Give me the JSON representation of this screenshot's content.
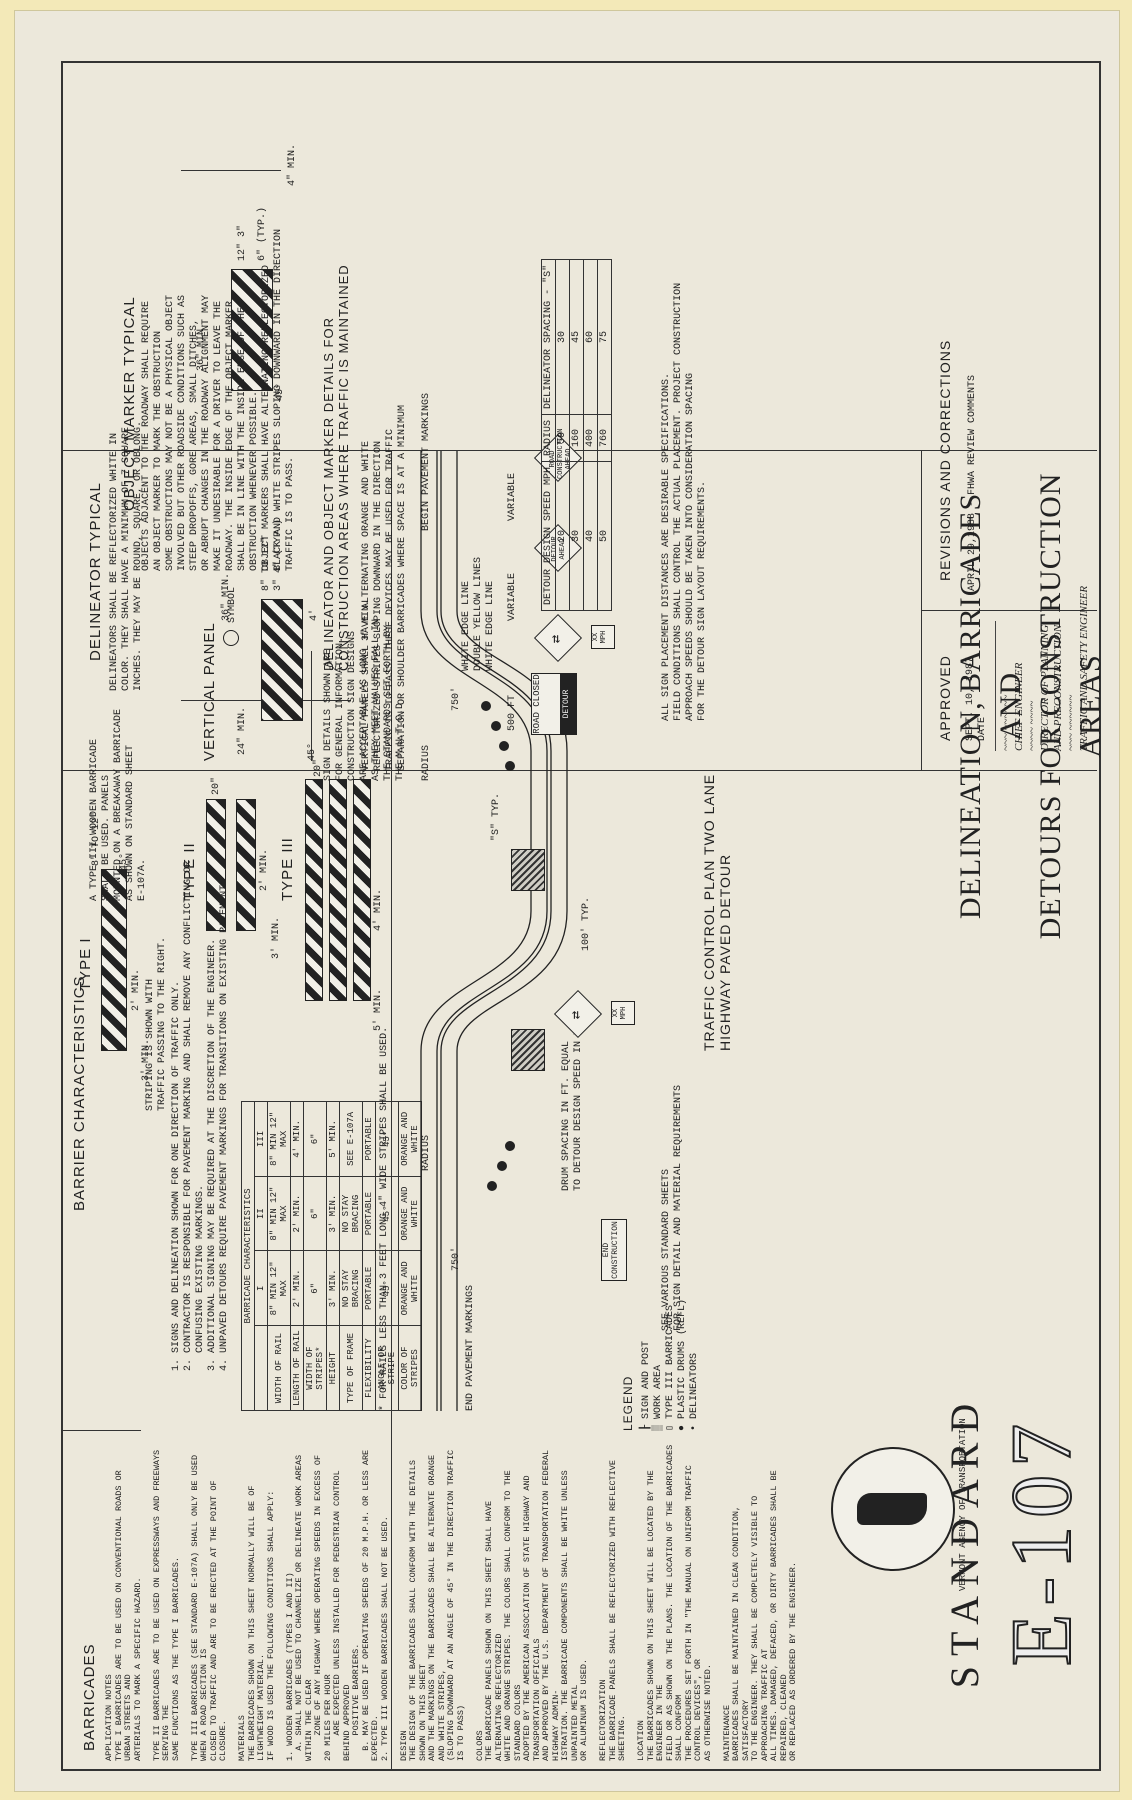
{
  "sheet": {
    "title_lines": [
      "DELINEATION, BARRICADES AND",
      "DETOURS FOR CONSTRUCTION",
      "AREAS"
    ],
    "standard_word": "STANDARD",
    "standard_number": "E-107",
    "agency_seal": "VERMONT AGENCY OF TRANSPORTATION"
  },
  "revisions": {
    "heading": "REVISIONS AND CORRECTIONS",
    "entry": "APRIL 29,1988 - FHWA REVIEW COMMENTS"
  },
  "approval": {
    "heading": "APPROVED",
    "date_value": "SEPT. 10, 1987",
    "date_label": "DATE",
    "roles": [
      "CHIEF ENGINEER",
      "DIRECTOR OF PLANNING",
      "AND PRECONSTRUCTION",
      "TRAFFIC AND SAFETY ENGINEER"
    ]
  },
  "object_marker": {
    "title": "OBJECT MARKER TYPICAL",
    "dims": [
      "36\"",
      "MIN.",
      "12\"",
      "3\"",
      "6\" (TYP.)",
      "4\" MIN.",
      "45°"
    ],
    "notes": [
      "OBJECTS ADJACENT TO THE ROADWAY SHALL REQUIRE",
      "AN OBJECT MARKER TO MARK THE OBSTRUCTION",
      "SOME OBSTRUCTIONS MAY NOT BE A PHYSICAL OBJECT",
      "INVOLVED BUT OTHER ROADSIDE CONDITIONS SUCH AS",
      "STEEP DROPOFFS, GORE AREAS, SMALL DITCHES,",
      "OR ABRUPT CHANGES IN THE ROADWAY ALIGNMENT MAY",
      "MAKE IT UNDESIRABLE FOR A DRIVER TO LEAVE THE",
      "ROADWAY. THE INSIDE EDGE OF THE OBJECT MARKER",
      "SHALL BE IN LINE WITH THE INSIDE EDGE OF THE",
      "OBSTRUCTION WHENEVER POSSIBLE.",
      "OBJECT MARKERS SHALL HAVE ALTERNATING REFLECTORIZED",
      "BLACK AND WHITE STRIPES SLOPING DOWNWARD IN THE DIRECTION",
      "TRAFFIC IS TO PASS."
    ]
  },
  "delineator": {
    "title": "DELINEATOR TYPICAL",
    "notes": [
      "DELINEATORS SHALL BE REFLECTORIZED WHITE IN",
      "COLOR. THEY SHALL HAVE A MINIMUM OF 7 SQUARE",
      "INCHES. THEY MAY BE ROUND, SQUARE, OR OBLONG."
    ],
    "dims": [
      "3\" MIN.",
      "4'",
      "2'"
    ],
    "symbol_label": "SYMBOL"
  },
  "vertical_panel": {
    "title": "VERTICAL PANEL",
    "dims": [
      "36\"",
      "MIN.",
      "24\"",
      "MIN.",
      "8\" TO 12\"",
      "3\"",
      "4\" (TYP.)",
      "45°"
    ],
    "note": [
      "SIGN DETAILS SHOWN ARE",
      "FOR GENERAL INFORMATION.",
      "CONSTRUCTION SIGN DESIGNS",
      "ARE ACCEPTABLE AS LONG",
      "AS THEY MEET VALUES FALL IN",
      "THE STANDARDS SET FORTH BY",
      "THE M.U.T.C.D."
    ]
  },
  "details_heading": {
    "lines": [
      "DELINEATOR AND OBJECT MARKER DETAILS FOR",
      "CONSTRUCTION AREAS WHERE TRAFFIC IS MAINTAINED"
    ],
    "note": [
      "VERTICAL PANELS SHALL HAVE ALTERNATING ORANGE AND WHITE",
      "REFLECTORIZED STRIPES SLOPING DOWNWARD IN THE DIRECTION",
      "TRAFFIC IS TO PASS. THESE DEVICES MAY BE USED FOR TRAFFIC",
      "SEPARATION OR SHOULDER BARRICADES WHERE SPACE IS AT A MINIMUM"
    ]
  },
  "barricades": {
    "heading": "BARRIER CHARACTERISTICS",
    "type1": {
      "label": "TYPE I",
      "dims": [
        "8\" TO 12\"",
        "2' MIN.",
        "3' MIN.",
        "45°"
      ]
    },
    "type2": {
      "label": "TYPE II",
      "dims": [
        "20\"",
        "2' MIN.",
        "3' MIN."
      ]
    },
    "type3": {
      "label": "TYPE III",
      "dims": [
        "20\"",
        "4' MIN.",
        "5' MIN."
      ]
    },
    "striping_note": [
      "STRIPING IS SHOWN WITH",
      "TRAFFIC PASSING TO THE RIGHT."
    ],
    "type3_note": [
      "A TYPE III WOODEN BARRICADE",
      "SHALL BE USED. PANELS",
      "MOUNTED ON A BREAKAWAY BARRICADE",
      "AS SHOWN ON STANDARD SHEET",
      "E-107A."
    ],
    "general_notes": [
      "1. SIGNS AND DELINEATION SHOWN FOR ONE DIRECTION OF TRAFFIC ONLY.",
      "2. CONTRACTOR IS RESPONSIBLE FOR PAVEMENT MARKING AND SHALL REMOVE ANY CONFLICTING OR",
      "   CONFUSING EXISTING MARKINGS.",
      "3. ADDITIONAL SIGNING MAY BE REQUIRED AT THE DISCRETION OF THE ENGINEER.",
      "4. UNPAVED DETOURS REQUIRE PAVEMENT MARKINGS FOR TRANSITIONS ON EXISTING PAVEMENT."
    ]
  },
  "barricade_table": {
    "title": "BARRICADE CHARACTERISTICS",
    "columns": [
      "",
      "I",
      "II",
      "III"
    ],
    "rows": [
      [
        "WIDTH OF RAIL",
        "8\" MIN 12\" MAX",
        "8\" MIN 12\" MAX",
        "8\" MIN 12\" MAX"
      ],
      [
        "LENGTH OF RAIL",
        "2' MIN.",
        "2' MIN.",
        "4' MIN."
      ],
      [
        "WIDTH OF STRIPES*",
        "6\"",
        "6\"",
        "6\""
      ],
      [
        "HEIGHT",
        "3' MIN.",
        "3' MIN.",
        "5' MIN."
      ],
      [
        "TYPE OF FRAME",
        "NO STAY BRACING",
        "NO STAY BRACING",
        "SEE E-107A"
      ],
      [
        "FLEXIBILITY",
        "PORTABLE",
        "PORTABLE",
        "PORTABLE"
      ],
      [
        "ANGLE OF STRIPE",
        "45°",
        "45°",
        "45°"
      ],
      [
        "COLOR OF STRIPES",
        "ORANGE AND WHITE",
        "ORANGE AND WHITE",
        "ORANGE AND WHITE"
      ]
    ],
    "footnote": [
      "* FOR RAILS LESS THAN 3 FEET LONG",
      "4\" WIDE STRIPES SHALL BE USED."
    ]
  },
  "barricade_notes": {
    "heading": "BARRICADES",
    "paragraphs": [
      "APPLICATION NOTES",
      "TYPE I BARRICADES ARE TO BE USED ON CONVENTIONAL ROADS OR URBAN STREETS AND",
      "ARTERIALS TO MARK A SPECIFIC HAZARD.",
      "",
      "TYPE II BARRICADES ARE TO BE USED ON EXPRESSWAYS AND FREEWAYS SERVING THE",
      "SAME FUNCTIONS AS THE TYPE I BARRICADES.",
      "",
      "TYPE III BARRICADES (SEE STANDARD E-107A) SHALL ONLY BE USED WHEN A ROAD SECTION IS",
      "CLOSED TO TRAFFIC AND ARE TO BE ERECTED AT THE POINT OF CLOSURE.",
      "",
      "MATERIALS",
      "THE BARRICADES SHOWN ON THIS SHEET NORMALLY WILL BE OF LIGHTWEIGHT MATERIAL.",
      "IF WOOD IS USED THE FOLLOWING CONDITIONS SHALL APPLY:",
      "",
      "1. WOODEN BARRICADES (TYPES I AND II)",
      "  A. SHALL NOT BE USED TO CHANNELIZE OR DELINEATE WORK AREAS WITHIN THE CLEAR",
      "     ZONE OF ANY HIGHWAY WHERE OPERATING SPEEDS IN EXCESS OF 20 MILES PER HOUR",
      "     ARE EXPECTED UNLESS INSTALLED FOR PEDESTRIAN CONTROL BEHIND APPROVED",
      "     POSITIVE BARRIERS.",
      "  B. MAY BE USED IF OPERATING SPEEDS OF 20 M.P.H. OR LESS ARE EXPECTED.",
      "2. TYPE III WOODEN BARRICADES SHALL NOT BE USED.",
      "",
      "DESIGN",
      "THE DESIGN OF THE BARRICADES SHALL CONFORM WITH THE DETAILS SHOWN ON THIS SHEET",
      "AND THE MARKINGS ON THE BARRICADES SHALL BE ALTERNATE ORANGE AND WHITE STRIPES,",
      "(SLOPING DOWNWARD AT AN ANGLE OF 45° IN THE DIRECTION TRAFFIC IS TO PASS)",
      "",
      "COLORS",
      "THE BARRICADE PANELS SHOWN ON THIS SHEET SHALL HAVE ALTERNATING REFLECTORIZED",
      "WHITE AND ORANGE STRIPES. THE COLORS SHALL CONFORM TO THE STANDARD COLORS",
      "ADOPTED BY THE AMERICAN ASSOCIATION OF STATE HIGHWAY AND TRANSPORTATION OFFICIALS",
      "AND APPROVED BY THE U.S. DEPARTMENT OF TRANSPORTATION FEDERAL HIGHWAY ADMIN-",
      "ISTRATION. THE BARRICADE COMPONENTS SHALL BE WHITE UNLESS UNPAINTED METAL",
      "OR ALUMINUM IS USED.",
      "",
      "REFLECTORIZATION",
      "THE BARRICADE PANELS SHALL BE REFLECTORIZED WITH REFLECTIVE SHEETING.",
      "",
      "LOCATION",
      "THE BARRICADES SHOWN ON THIS SHEET WILL BE LOCATED BY THE ENGINEER IN THE",
      "FIELD OR AS SHOWN ON THE PLANS. THE LOCATION OF THE BARRICADES SHALL CONFORM",
      "THE PROCEDURES SET FORTH IN \"THE MANUAL ON UNIFORM TRAFFIC CONTROL DEVICES\", OR",
      "AS OTHERWISE NOTED.",
      "",
      "MAINTENANCE",
      "BARRICADES SHALL BE MAINTAINED IN CLEAN CONDITION, SATISFACTORY",
      "TO THE ENGINEER. THEY SHALL BE COMPLETELY VISIBLE TO APPROACHING TRAFFIC AT",
      "ALL TIMES. DAMAGED, DEFACED, OR DIRTY BARRICADES SHALL BE REPAIRED, CLEANED",
      "OR REPLACED AS ORDERED BY THE ENGINEER."
    ]
  },
  "detour_table": {
    "headers": [
      "DETOUR DESIGN SPEED MPH",
      "RADIUS",
      "DELINEATOR SPACING - \"S\""
    ],
    "rows": [
      [
        "20",
        "50",
        "30"
      ],
      [
        "30",
        "160",
        "45"
      ],
      [
        "40",
        "400",
        "60"
      ],
      [
        "50",
        "760",
        "75"
      ]
    ]
  },
  "plan": {
    "title_lines": [
      "TRAFFIC CONTROL PLAN TWO LANE",
      "HIGHWAY PAVED DETOUR"
    ],
    "labels": {
      "begin_marking": "BEGIN PAVEMENT MARKINGS",
      "end_marking": "END PAVEMENT MARKINGS",
      "white_edge": "WHITE EDGE LINE",
      "double_yellow": "DOUBLE YELLOW LINES",
      "white_edge2": "WHITE EDGE LINE",
      "variable1": "VARIABLE",
      "variable2": "VARIABLE",
      "d500": "500 FT",
      "d750a": "750'",
      "d750b": "750'",
      "radius1": "RADIUS",
      "radius2": "RADIUS",
      "typ": "\"S\" TYP.",
      "s100": "100' TYP.",
      "drum_spacing": [
        "DRUM SPACING IN FT. EQUAL",
        "TO DETOUR DESIGN SPEED IN M.P.H."
      ],
      "see_sheets": [
        "SEE VARIOUS STANDARD SHEETS",
        "FOR SIGN DETAIL AND MATERIAL REQUIREMENTS"
      ],
      "specs_note": [
        "ALL SIGN PLACEMENT DISTANCES ARE DESIRABLE SPECIFICATIONS.",
        "FIELD CONDITIONS SHALL CONTROL THE ACTUAL PLACEMENT. PROJECT CONSTRUCTION",
        "APPROACH SPEEDS SHOULD BE TAKEN INTO CONSIDERATION SPACING",
        "FOR THE DETOUR SIGN LAYOUT REQUIREMENTS."
      ]
    },
    "signs": {
      "road_construction": "ROAD CONSTRUCTION AHEAD",
      "detour_ahead": "DETOUR AHEAD",
      "road_closed": "ROAD CLOSED",
      "detour": "DETOUR",
      "mph1": "XX MPH",
      "mph2": "XX MPH",
      "end_construction": "END CONSTRUCTION"
    }
  },
  "legend": {
    "title": "LEGEND",
    "items": [
      "SIGN AND POST",
      "WORK AREA",
      "TYPE III BARRICADES",
      "PLASTIC DRUMS (REFL)",
      "DELINEATORS"
    ]
  }
}
